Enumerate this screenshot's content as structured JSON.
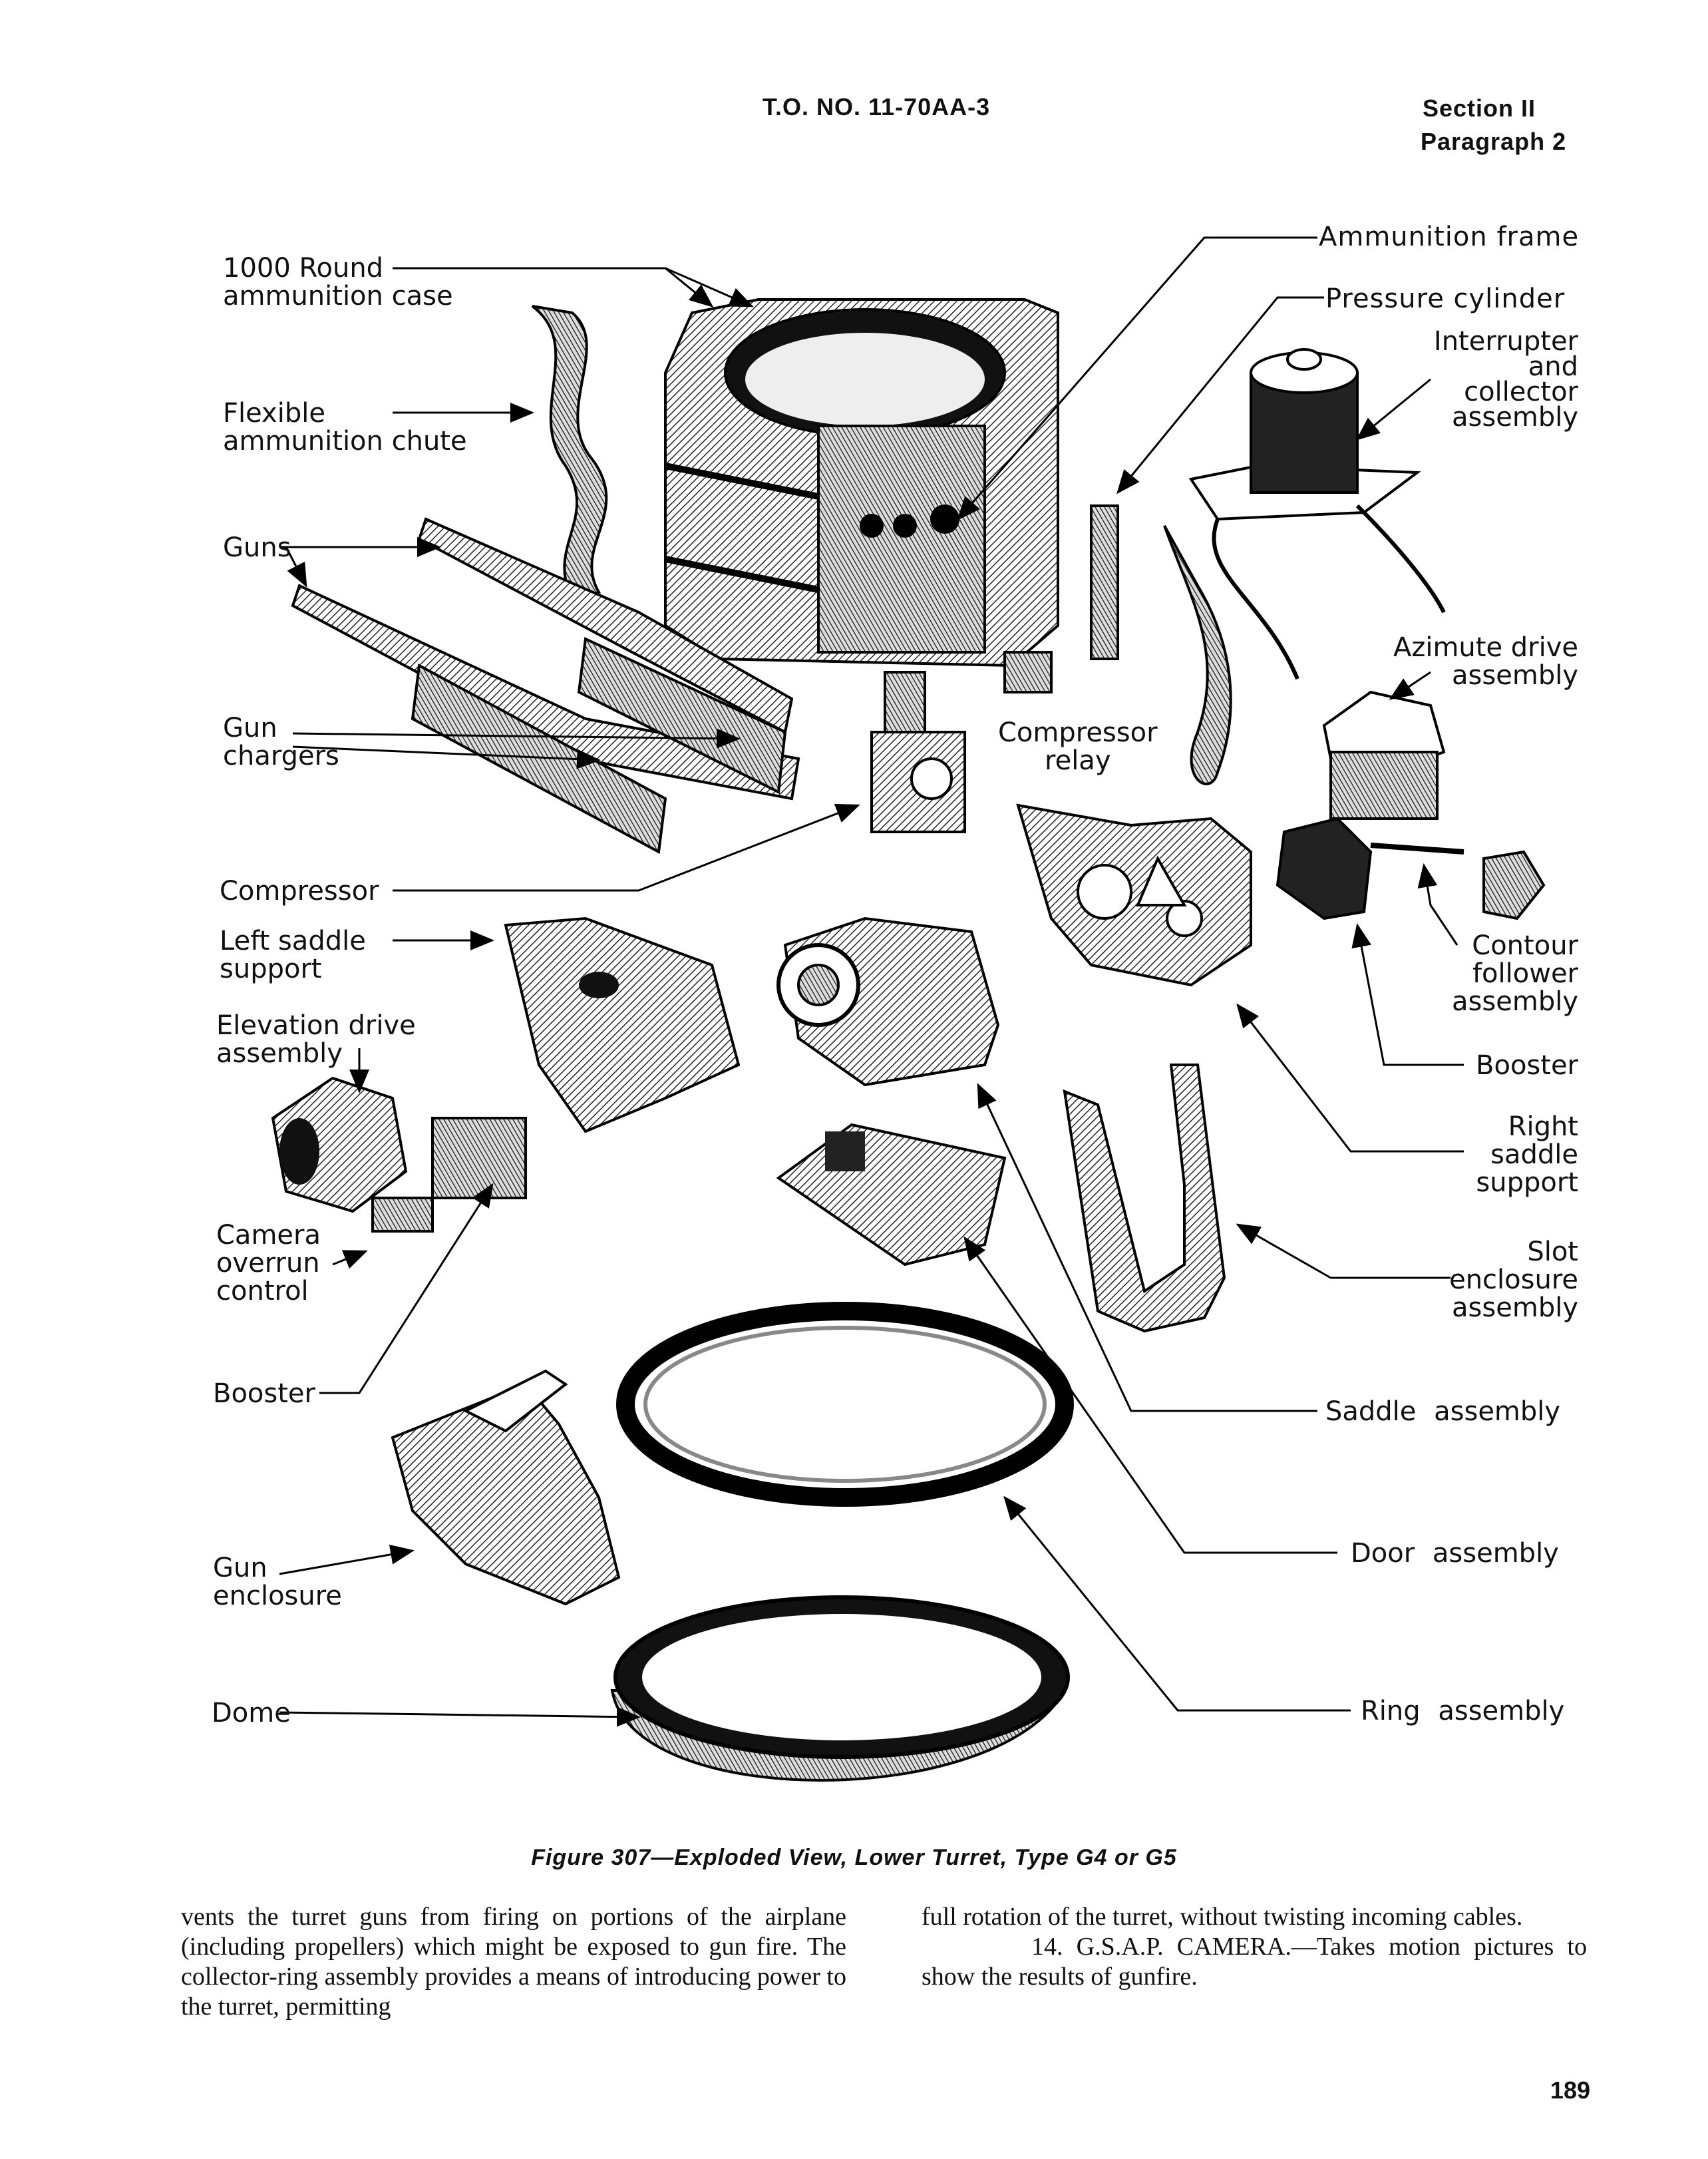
{
  "header": {
    "doc_number": "T.O. NO. 11-70AA-3",
    "section": "Section II",
    "paragraph": "Paragraph 2"
  },
  "labels": {
    "ammo_case": [
      "1000 Round",
      "ammunition case"
    ],
    "flex_chute": [
      "Flexible",
      "ammunition chute"
    ],
    "guns": "Guns",
    "gun_chargers": [
      "Gun",
      "chargers"
    ],
    "compressor": "Compressor",
    "left_saddle": [
      "Left saddle",
      "support"
    ],
    "elev_drive": [
      "Elevation drive",
      "assembly"
    ],
    "camera_overrun": [
      "Camera",
      "overrun",
      "control"
    ],
    "booster_left": "Booster",
    "gun_enclosure": [
      "Gun",
      "enclosure"
    ],
    "dome": "Dome",
    "ammo_frame": "Ammunition frame",
    "pressure_cyl": "Pressure cylinder",
    "interrupter": [
      "Interrupter",
      "and",
      "collector",
      "assembly"
    ],
    "azimuth": [
      "Azimute drive",
      "assembly"
    ],
    "compressor_relay": [
      "Compressor",
      "relay"
    ],
    "contour": [
      "Contour",
      "follower",
      "assembly"
    ],
    "booster_right": "Booster",
    "right_saddle": [
      "Right",
      "saddle",
      "support"
    ],
    "slot_enclosure": [
      "Slot",
      "enclosure",
      "assembly"
    ],
    "saddle": "Saddle assembly",
    "door": "Door assembly",
    "ring": "Ring assembly"
  },
  "caption": "Figure 307—Exploded View, Lower Turret, Type G4 or G5",
  "body_left": "vents the turret guns from firing on portions of the airplane (including propellers) which might be exposed to gun fire. The collector-ring assembly provides a means of introducing power to the turret, permitting",
  "body_right_1": "full rotation of the turret, without twisting incoming cables.",
  "body_right_2": "14. G.S.A.P. CAMERA.—Takes motion pictures to show the results of gunfire.",
  "page_number": "189"
}
